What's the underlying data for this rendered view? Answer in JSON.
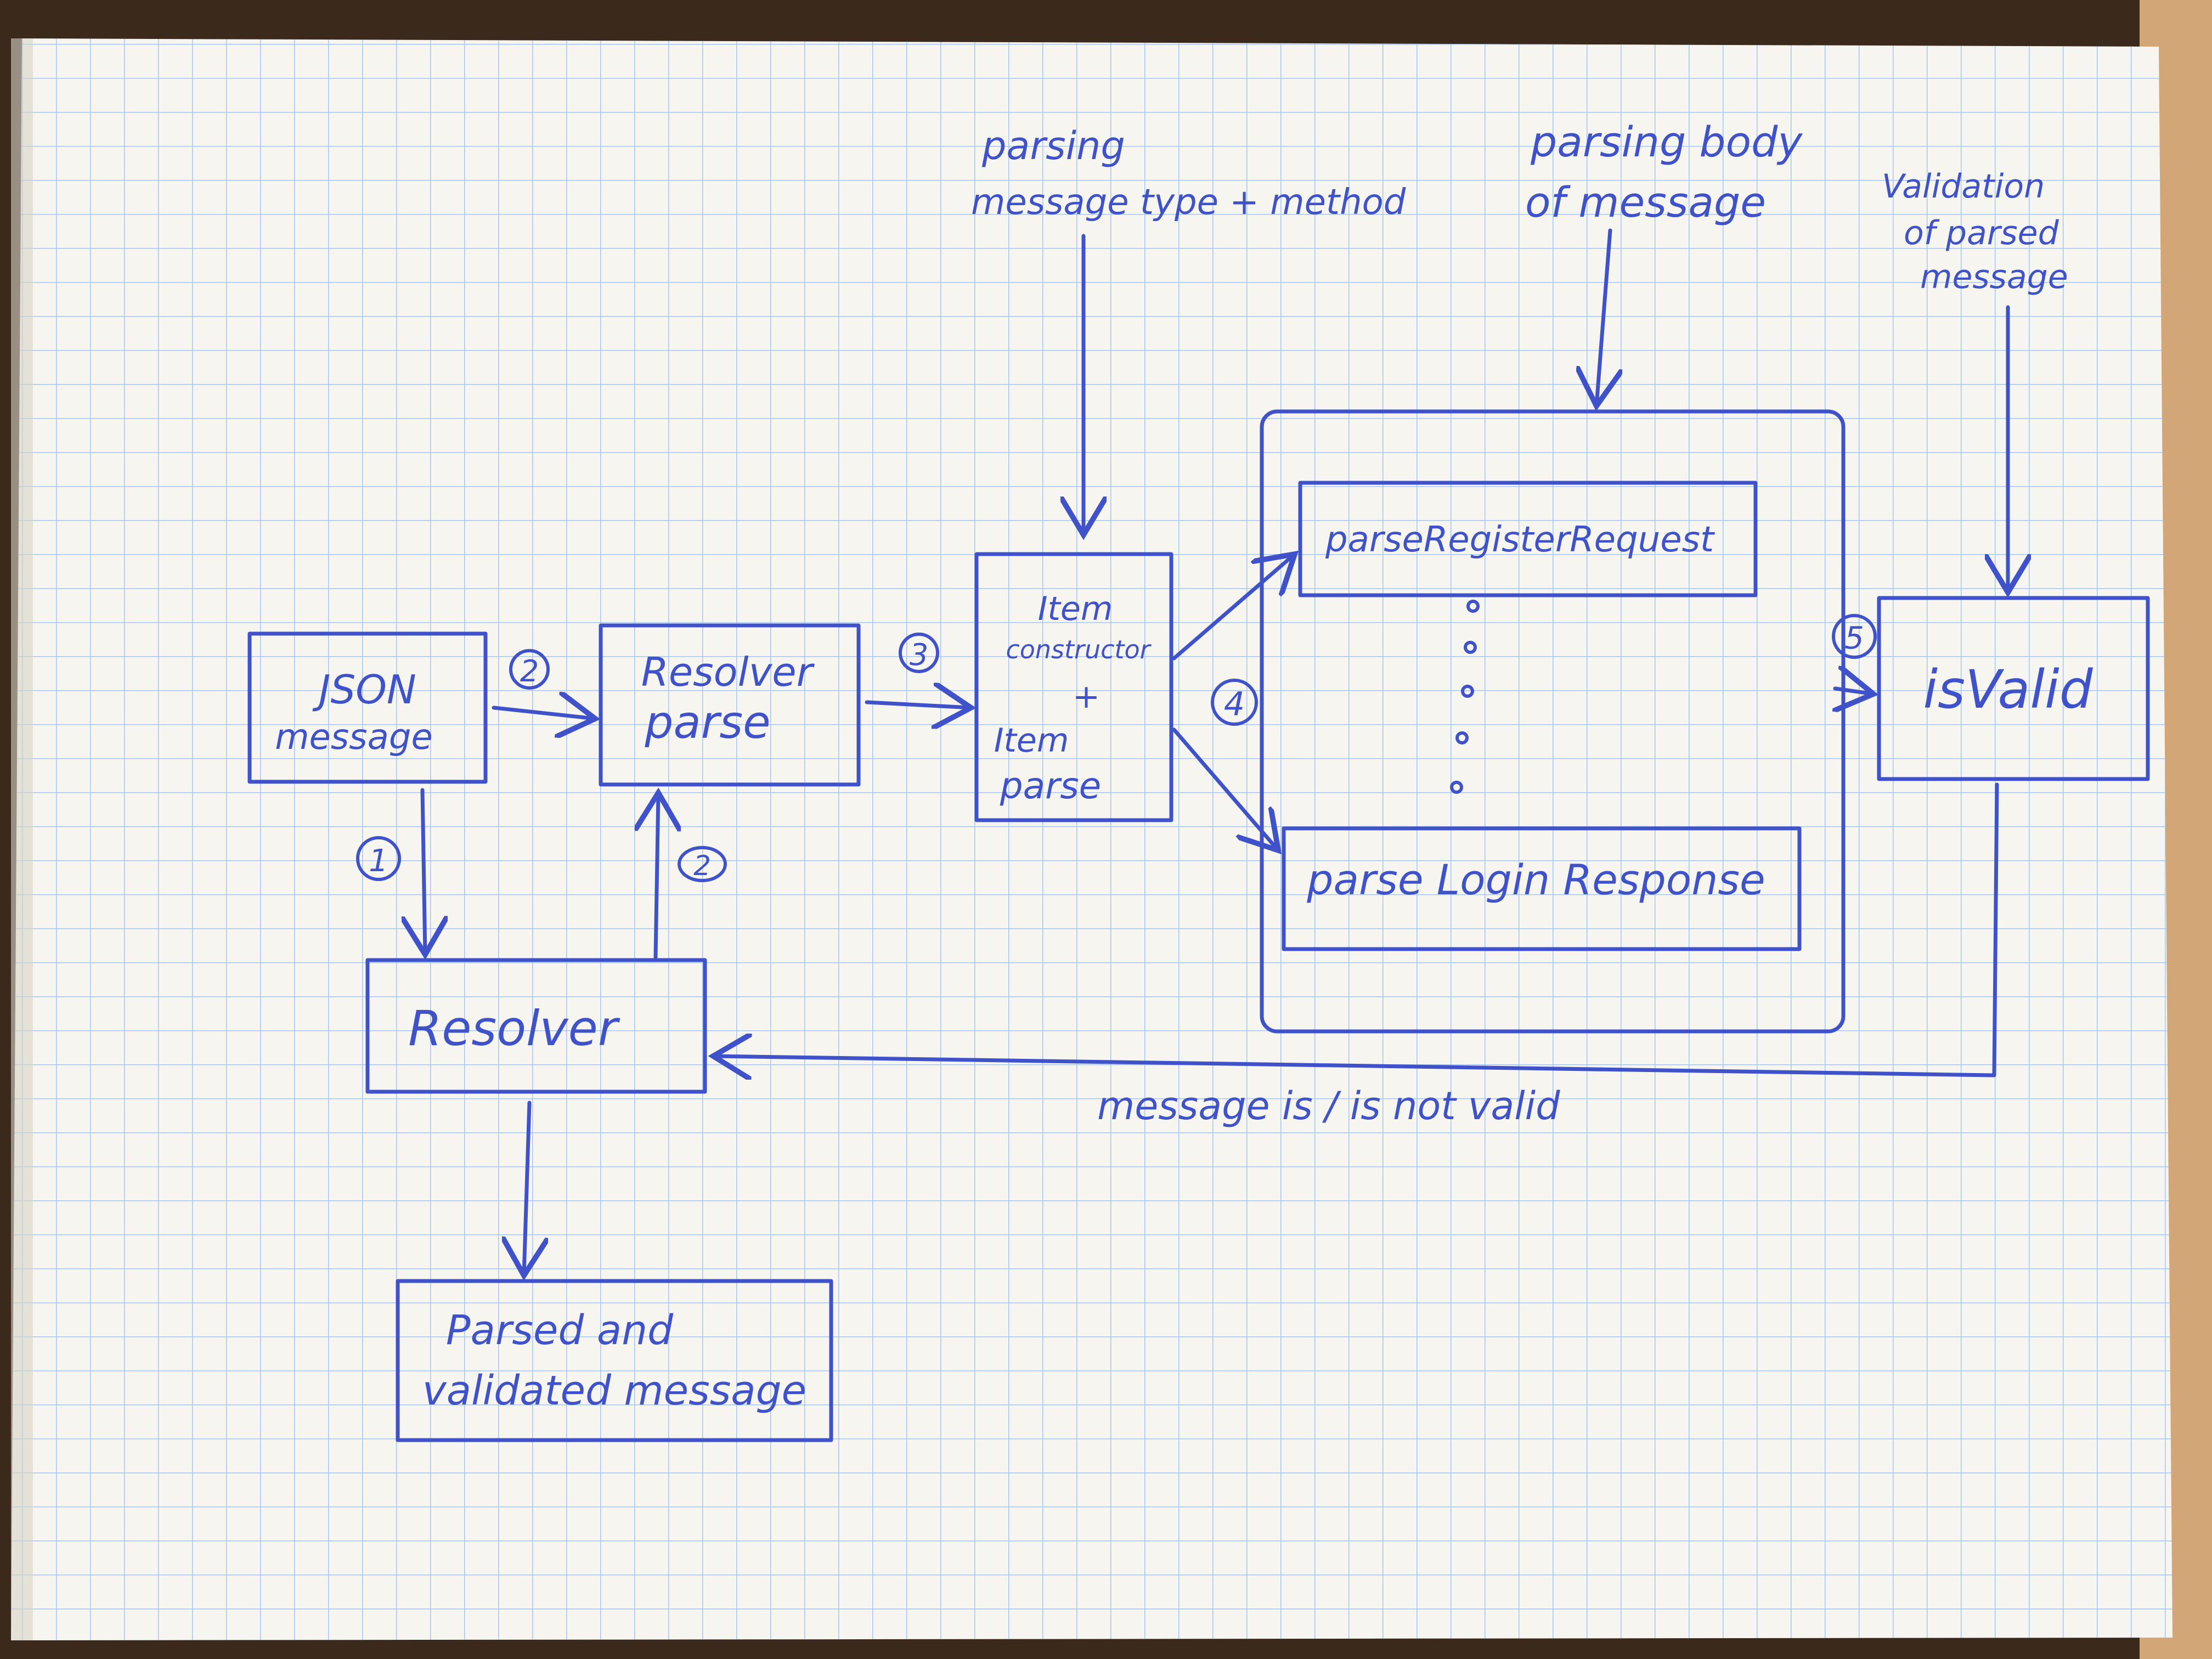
{
  "colors": {
    "paper": "#f6f5ef",
    "grid": "#a9c6e6",
    "ink": "#3f52c9",
    "desk": "#3b2a1c",
    "wood": "#d2a677"
  },
  "labels": {
    "json_message": [
      "JSON",
      "message"
    ],
    "resolver_parse": [
      "Resolver",
      "parse"
    ],
    "resolver": "Resolver",
    "item_box": [
      "Item",
      "constructor",
      "+",
      "Item",
      "parse"
    ],
    "parse_register_request": "parseRegisterRequest",
    "parse_login_response": "parse Login Response",
    "is_valid": "isValid",
    "output_message": [
      "Parsed and",
      "validated message"
    ],
    "note_parsing_type": [
      "parsing",
      "message type + method"
    ],
    "note_parsing_body": [
      "parsing body",
      "of message"
    ],
    "note_validation": [
      "Validation",
      "of parsed",
      "message"
    ],
    "feedback": "message is / is not valid"
  },
  "steps": {
    "s1": "1",
    "s2": "2",
    "s3": "3",
    "s4": "4",
    "s5": "5"
  }
}
